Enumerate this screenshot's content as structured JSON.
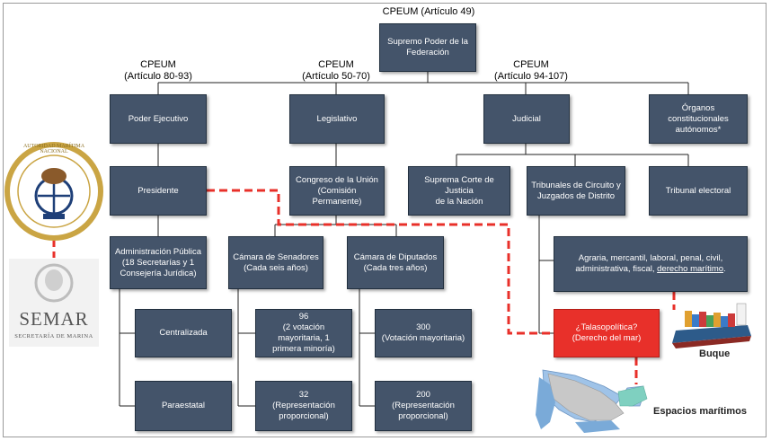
{
  "headers": {
    "cpeum49": "CPEUM (Artículo 49)",
    "cpeum80": "CPEUM\n(Artículo 80-93)",
    "cpeum50": "CPEUM\n(Artículo 50-70)",
    "cpeum94": "CPEUM\n(Artículo 94-107)"
  },
  "boxes": {
    "supremo": "Supremo Poder de la\nFederación",
    "ejecutivo": "Poder Ejecutivo",
    "legislativo": "Legislativo",
    "judicial": "Judicial",
    "organos": "Órganos constitucionales\nautónomos*",
    "presidente": "Presidente",
    "congreso": "Congreso de la Unión\n(Comisión Permanente)",
    "suprema": "Suprema Corte de Justicia\nde la Nación",
    "tribunales": "Tribunales de Circuito y\nJuzgados de Distrito",
    "electoral": "Tribunal electoral",
    "admin": "Administración Pública\n(18 Secretarías y 1\nConsejería Jurídica)",
    "senadores": "Cámara de Senadores\n(Cada seis años)",
    "diputados": "Cámara de Diputados\n(Cada tres años)",
    "materias_prefix": "Agraria, mercantil, laboral, penal,  civil,\nadministrativa, fiscal, ",
    "materias_link": "derecho marítimo",
    "materias_suffix": ".",
    "centralizada": "Centralizada",
    "paraestatal": "Paraestatal",
    "sen96": "96\n(2 votación mayoritaria, 1\nprimera minoría)",
    "sen32": "32\n(Representación\nproporcional)",
    "dip300": "300\n(Votación mayoritaria)",
    "dip200": "200\n(Representación\nproporcional)",
    "talaso": "¿Talasopolítica?\n(Derecho del mar)"
  },
  "captions": {
    "buque": "Buque",
    "espacios": "Espacios marítimos"
  },
  "logos": {
    "seal_text": "AUTORIDAD MARÍTIMA NACIONAL",
    "semar": "SEMAR",
    "semar_sub": "SECRETARÍA DE MARINA"
  },
  "colors": {
    "box": "#44546a",
    "accent_red": "#e8302a",
    "dashed": "#e8302a"
  }
}
